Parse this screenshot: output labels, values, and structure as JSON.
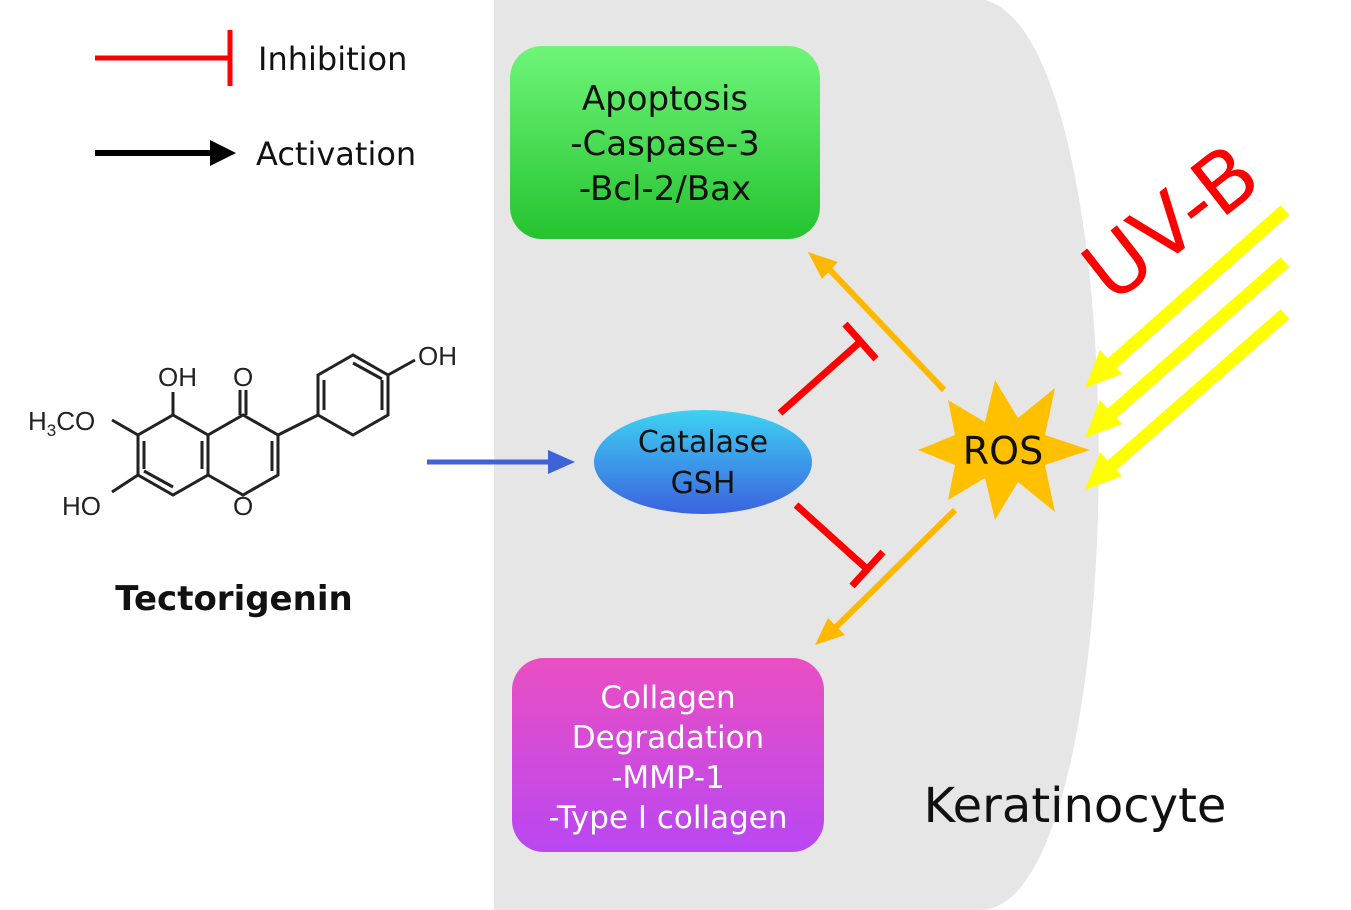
{
  "legend": {
    "inhibition_label": "Inhibition",
    "activation_label": "Activation"
  },
  "compound": {
    "name": "Tectorigenin",
    "atoms": {
      "oh_top_right": "OH",
      "oh_5": "OH",
      "carbonyl_o": "O",
      "methoxy_h": "H",
      "methoxy_sub": "3",
      "methoxy_co": "CO",
      "ho_7": "HO",
      "ring_o": "O"
    }
  },
  "nodes": {
    "apoptosis": {
      "line1": "Apoptosis",
      "line2": "-Caspase-3",
      "line3": "-Bcl-2/Bax"
    },
    "antioxidants": {
      "line1": "Catalase",
      "line2": "GSH"
    },
    "ros": {
      "label": "ROS"
    },
    "collagen": {
      "line1": "Collagen",
      "line2": "Degradation",
      "line3": "-MMP-1",
      "line4": "-Type I collagen"
    }
  },
  "cell_label": "Keratinocyte",
  "stimulus_label": "UV-B",
  "colors": {
    "inhibition": "#ff0000",
    "activation": "#000000",
    "ros_arrow": "#ffb800",
    "tectorigenin_arrow": "#3d63d6",
    "uv_rays": "#ffff00",
    "uv_label": "#ff0000",
    "cell": "#e7e6e6",
    "apoptosis_box": "#3dd94a",
    "collagen_box": "#d84ad8",
    "antioxidant_ellipse": "#3a9be8",
    "ros_burst": "#ffc000"
  }
}
